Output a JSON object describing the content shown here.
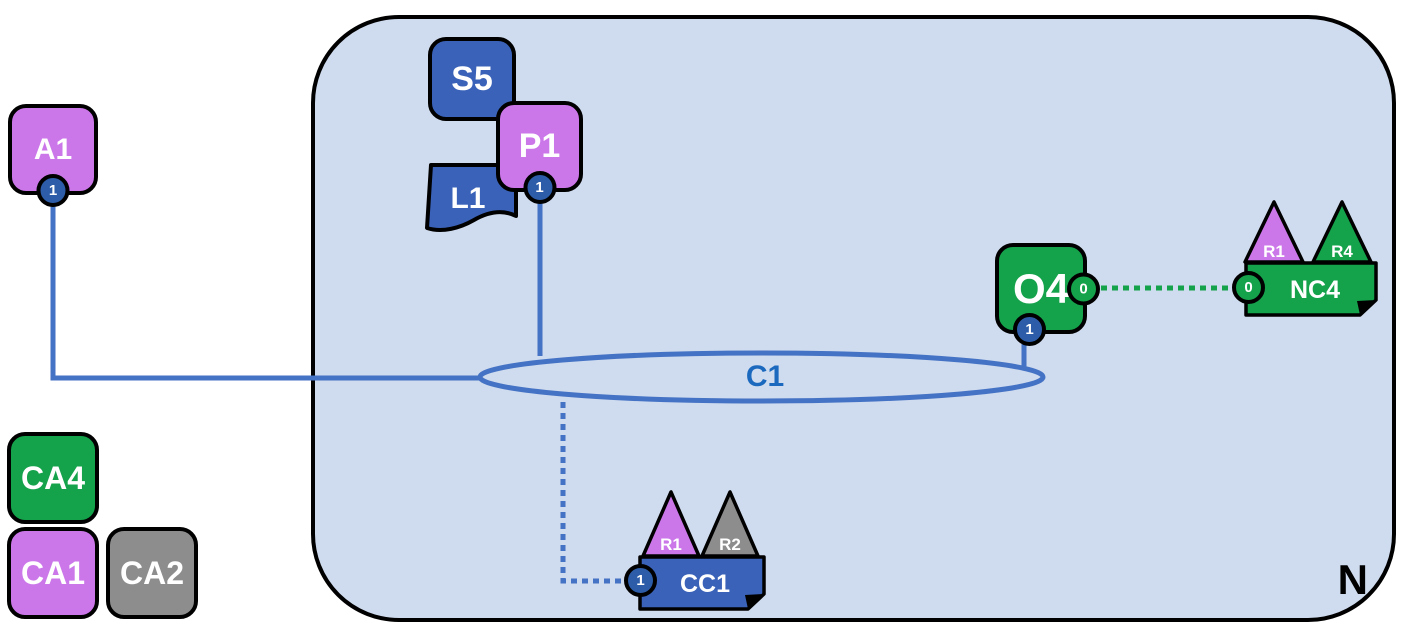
{
  "colors": {
    "purple": "#cb76e9",
    "blue": "#3a62b8",
    "green": "#14a24b",
    "gray": "#8d8d8d",
    "canvas": "#cfdbee",
    "line": "#4472c4",
    "label": "#1b69be",
    "badgeBlue": "#2d5da8"
  },
  "region": {
    "label": "N"
  },
  "bus": {
    "label": "C1"
  },
  "nodes": {
    "a1": {
      "label": "A1",
      "port": "1"
    },
    "s5": {
      "label": "S5"
    },
    "l1": {
      "label": "L1"
    },
    "p1": {
      "label": "P1",
      "port": "1"
    },
    "o4": {
      "label": "O4",
      "port_right": "0",
      "port_bottom": "1"
    },
    "ca4": {
      "label": "CA4"
    },
    "ca1": {
      "label": "CA1"
    },
    "ca2": {
      "label": "CA2"
    },
    "nc4": {
      "label": "NC4",
      "port": "0",
      "triangles": [
        {
          "label": "R1"
        },
        {
          "label": "R4"
        }
      ]
    },
    "cc1": {
      "label": "CC1",
      "port": "1",
      "triangles": [
        {
          "label": "R1"
        },
        {
          "label": "R2"
        }
      ]
    }
  }
}
